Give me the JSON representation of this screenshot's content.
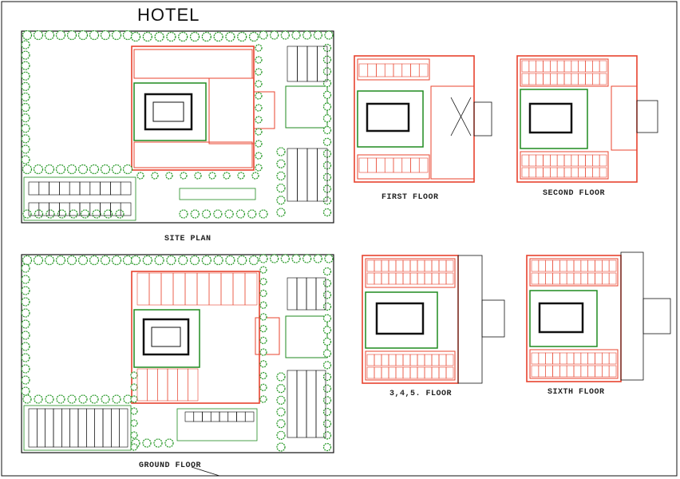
{
  "sheet": {
    "title": "HOTEL",
    "labels": {
      "site_plan": "SITE PLAN",
      "ground_floor": "GROUND FLOOR",
      "first_floor": "FIRST FLOOR",
      "second_floor": "SECOND FLOOR",
      "typical_floor": "3,4,5. FLOOR",
      "sixth_floor": "SIXTH FLOOR"
    }
  },
  "colors": {
    "wall": "#e8432e",
    "landscape": "#1f8a1f",
    "tree": "#2a9a2a",
    "pool_line": "#1a1a1a",
    "border": "#111111",
    "accent_blue": "#2244dd",
    "accent_dark": "#000000"
  }
}
